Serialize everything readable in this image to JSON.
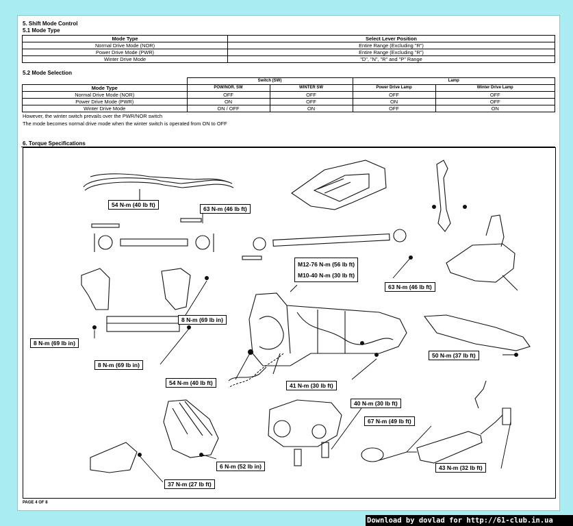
{
  "s5_title": "5. Shift Mode Control",
  "s51_title": "5.1 Mode Type",
  "t1": {
    "headers": [
      "Mode Type",
      "Select Lever Position"
    ],
    "rows": [
      [
        "Normal Drive Mode (NOR)",
        "Entire Range (Excluding \"R\")"
      ],
      [
        "Power Drive Mode (PWR)",
        "Entire Range (Excluding \"R\")"
      ],
      [
        "Winter Drive Mode",
        "\"D\", \"N\", \"R\" and \"P\" Range"
      ]
    ]
  },
  "s52_title": "5.2 Mode Selection",
  "t2": {
    "group_switch": "Switch (SW)",
    "group_lamp": "Lamp",
    "headers": [
      "Mode Type",
      "POW/NOR. SW",
      "WINTER SW",
      "Power Drive Lamp",
      "Winter Drive Lamp"
    ],
    "rows": [
      [
        "Normal Drive Mode (NOR)",
        "OFF",
        "OFF",
        "OFF",
        "OFF"
      ],
      [
        "Power Drive Mode (PWR)",
        "ON",
        "OFF",
        "ON",
        "OFF"
      ],
      [
        "Winter Drive Mode",
        "ON / OFF",
        "ON",
        "OFF",
        "ON"
      ]
    ]
  },
  "note1": "However, the winter switch prevails over the PWR/NOR switch",
  "note2": "The mode becomes normal drive mode when the winter switch is operated from ON to OFF",
  "s6_title": "6. Torque Specifications",
  "torque_labels": {
    "l1": "54 N-m (40 lb ft)",
    "l2": "63 N-m (46 lb ft)",
    "l3a": "M12-76 N-m (56 lb ft)",
    "l3b": "M10-40 N-m (30 lb ft)",
    "l4": "63 N-m (46 lb ft)",
    "l5": "8 N-m (69 lb in)",
    "l6": "8 N-m (69 lb in)",
    "l7": "8 N-m (69 lb in)",
    "l8": "50 N-m (37 lb ft)",
    "l9": "54 N-m (40 lb ft)",
    "l10": "41 N-m (30 lb ft)",
    "l11": "40 N-m (30 lb ft)",
    "l12": "67 N-m (49 lb ft)",
    "l13": "6 N-m (52 lb in)",
    "l14": "43 N-m (32 lb ft)",
    "l15": "37 N-m (27 lb ft)"
  },
  "footer": "PAGE 4 OF 8",
  "download_banner": "Download by dovlad for http://61-club.in.ua"
}
